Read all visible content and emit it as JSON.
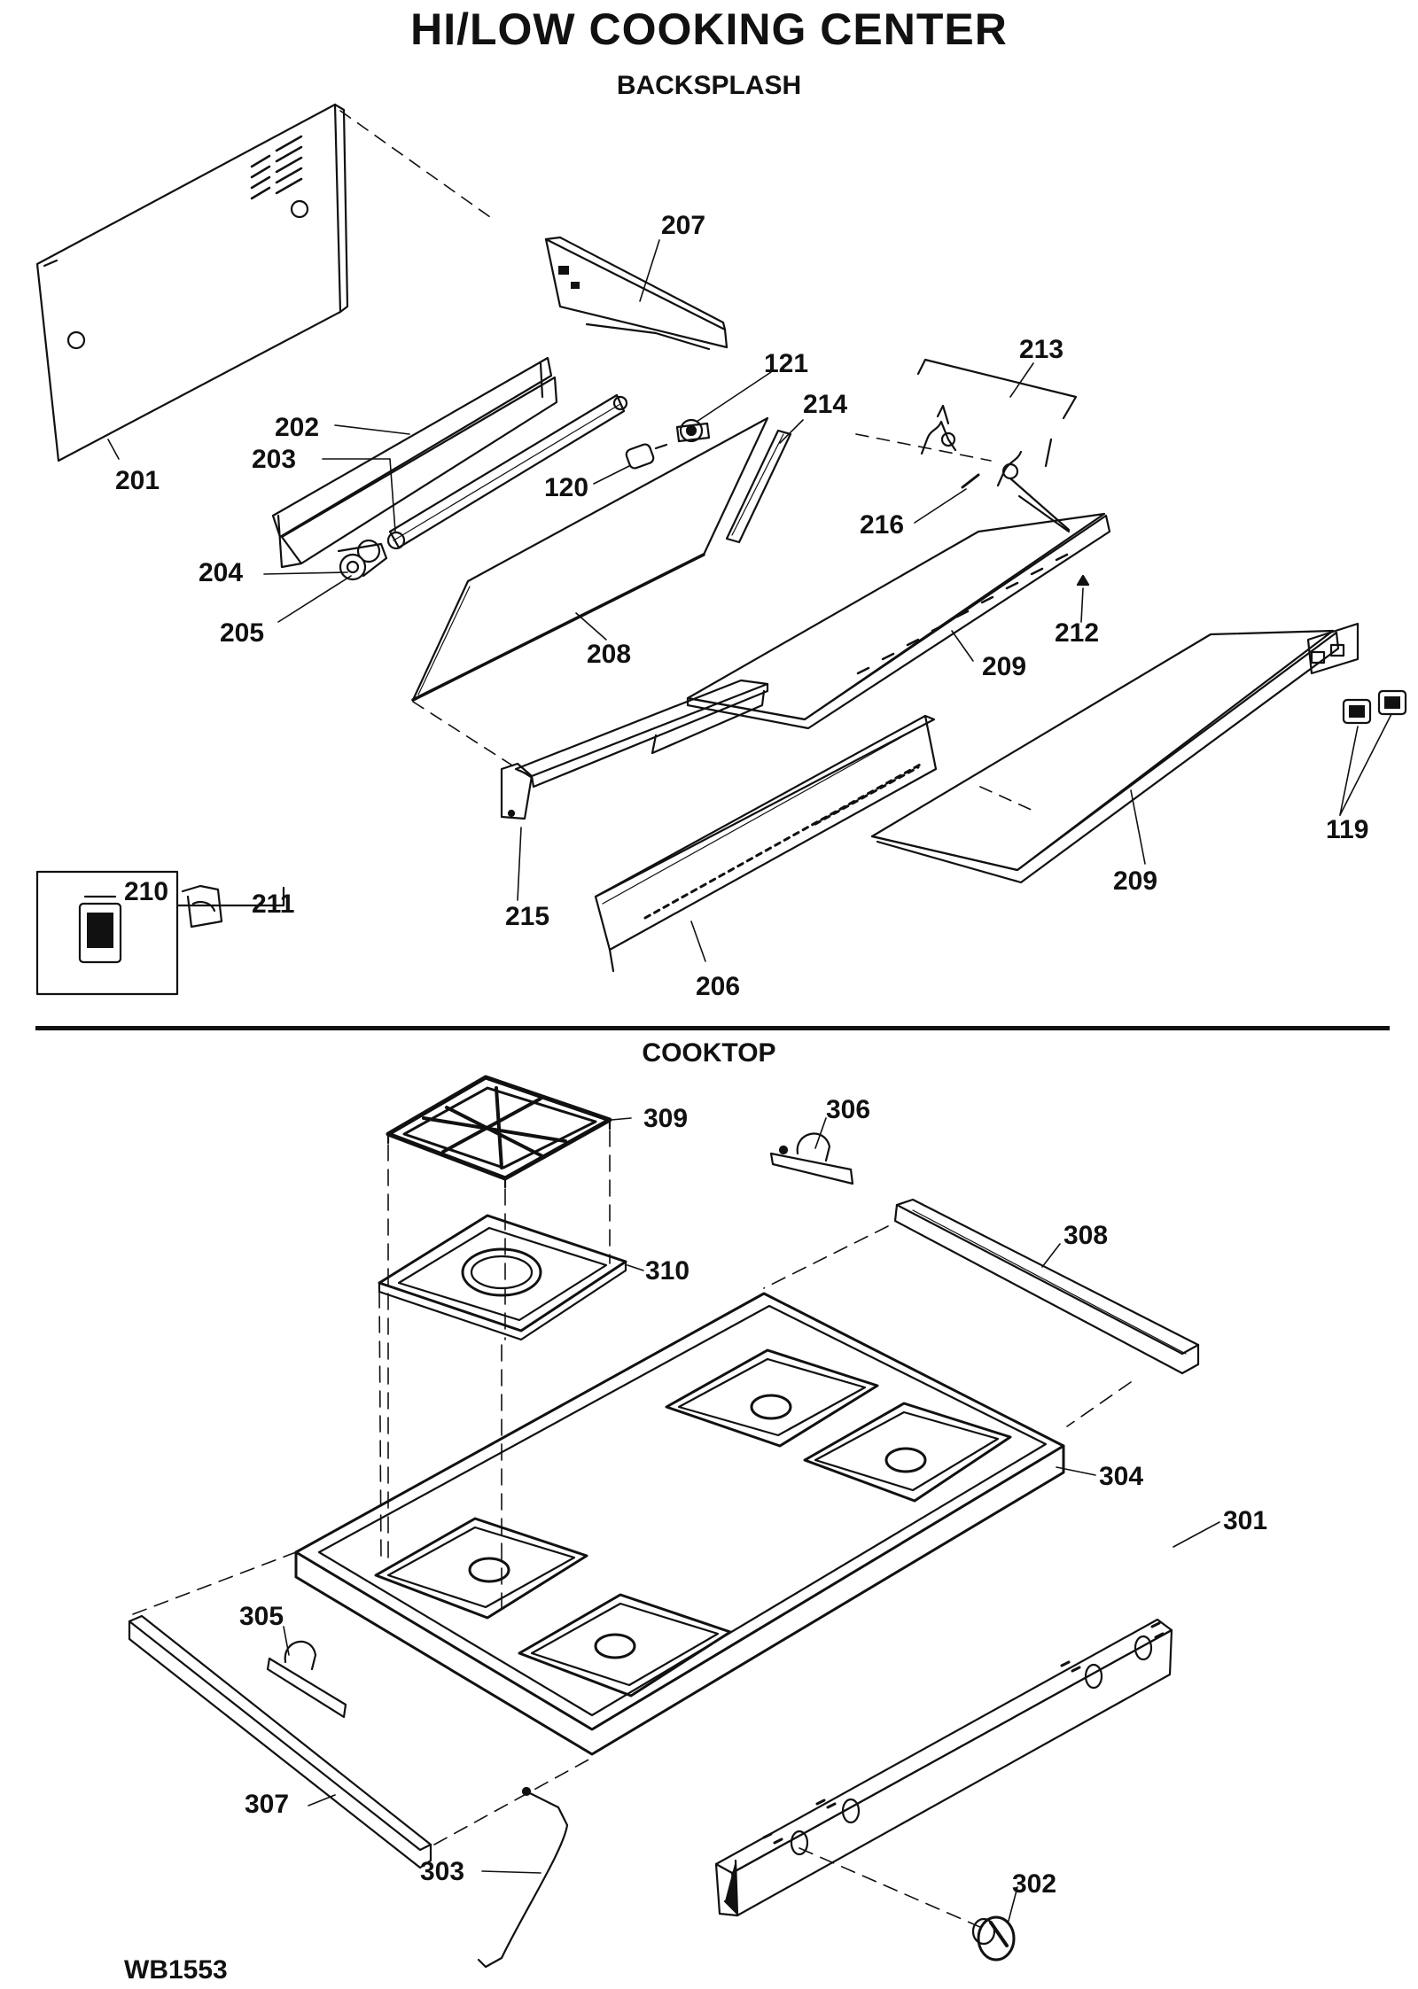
{
  "diagram": {
    "title": "HI/LOW COOKING CENTER",
    "section_backsplash": "BACKSPLASH",
    "section_cooktop": "COOKTOP",
    "drawing_code": "WB1553"
  },
  "parts": {
    "p201": "201",
    "p202": "202",
    "p203": "203",
    "p204": "204",
    "p205": "205",
    "p206": "206",
    "p207": "207",
    "p208": "208",
    "p209a": "209",
    "p209b": "209",
    "p210": "210",
    "p211": "211",
    "p212": "212",
    "p213": "213",
    "p214": "214",
    "p215": "215",
    "p216": "216",
    "p119": "119",
    "p120": "120",
    "p121": "121",
    "p301": "301",
    "p302": "302",
    "p303": "303",
    "p304": "304",
    "p305": "305",
    "p306": "306",
    "p307": "307",
    "p308": "308",
    "p309": "309",
    "p310": "310"
  }
}
